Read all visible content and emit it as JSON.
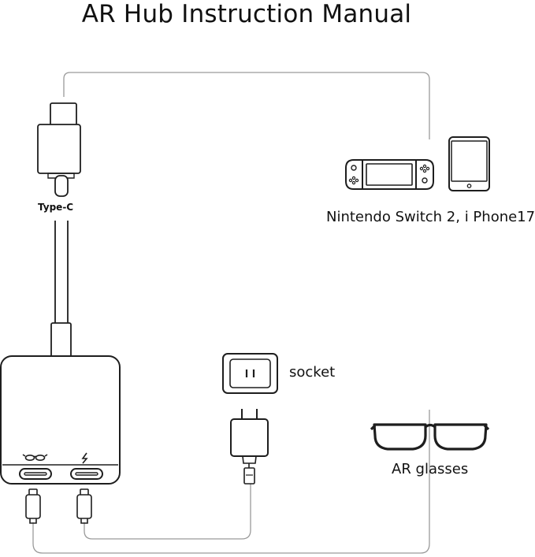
{
  "title": "AR Hub Instruction Manual",
  "labels": {
    "type_c": "Type-C",
    "devices": "Nintendo Switch 2, i Phone17",
    "socket": "socket",
    "ar_glasses": "AR glasses"
  },
  "icons": {
    "glasses_port": "glasses-icon",
    "power_port": "lightning-icon"
  }
}
